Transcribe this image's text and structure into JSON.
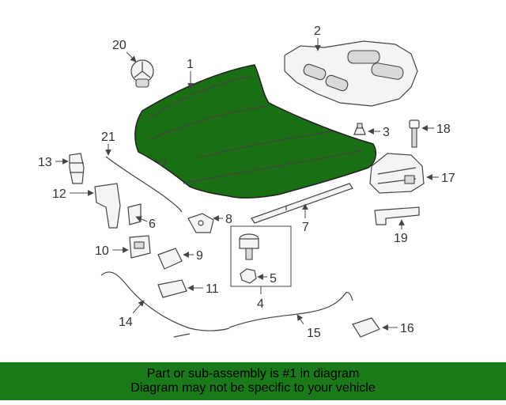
{
  "diagram": {
    "highlight_color": "#1a6e14",
    "callouts": {
      "c1": "1",
      "c2": "2",
      "c3": "3",
      "c4": "4",
      "c5": "5",
      "c6": "6",
      "c7": "7",
      "c8": "8",
      "c9": "9",
      "c10": "10",
      "c11": "11",
      "c12": "12",
      "c13": "13",
      "c14": "14",
      "c15": "15",
      "c16": "16",
      "c17": "17",
      "c18": "18",
      "c19": "19",
      "c20": "20",
      "c21": "21"
    }
  },
  "banner": {
    "background": "#1a7a1a",
    "line1": "Part or sub-assembly is #1 in diagram",
    "line2": "Diagram may not be specific to your vehicle"
  }
}
